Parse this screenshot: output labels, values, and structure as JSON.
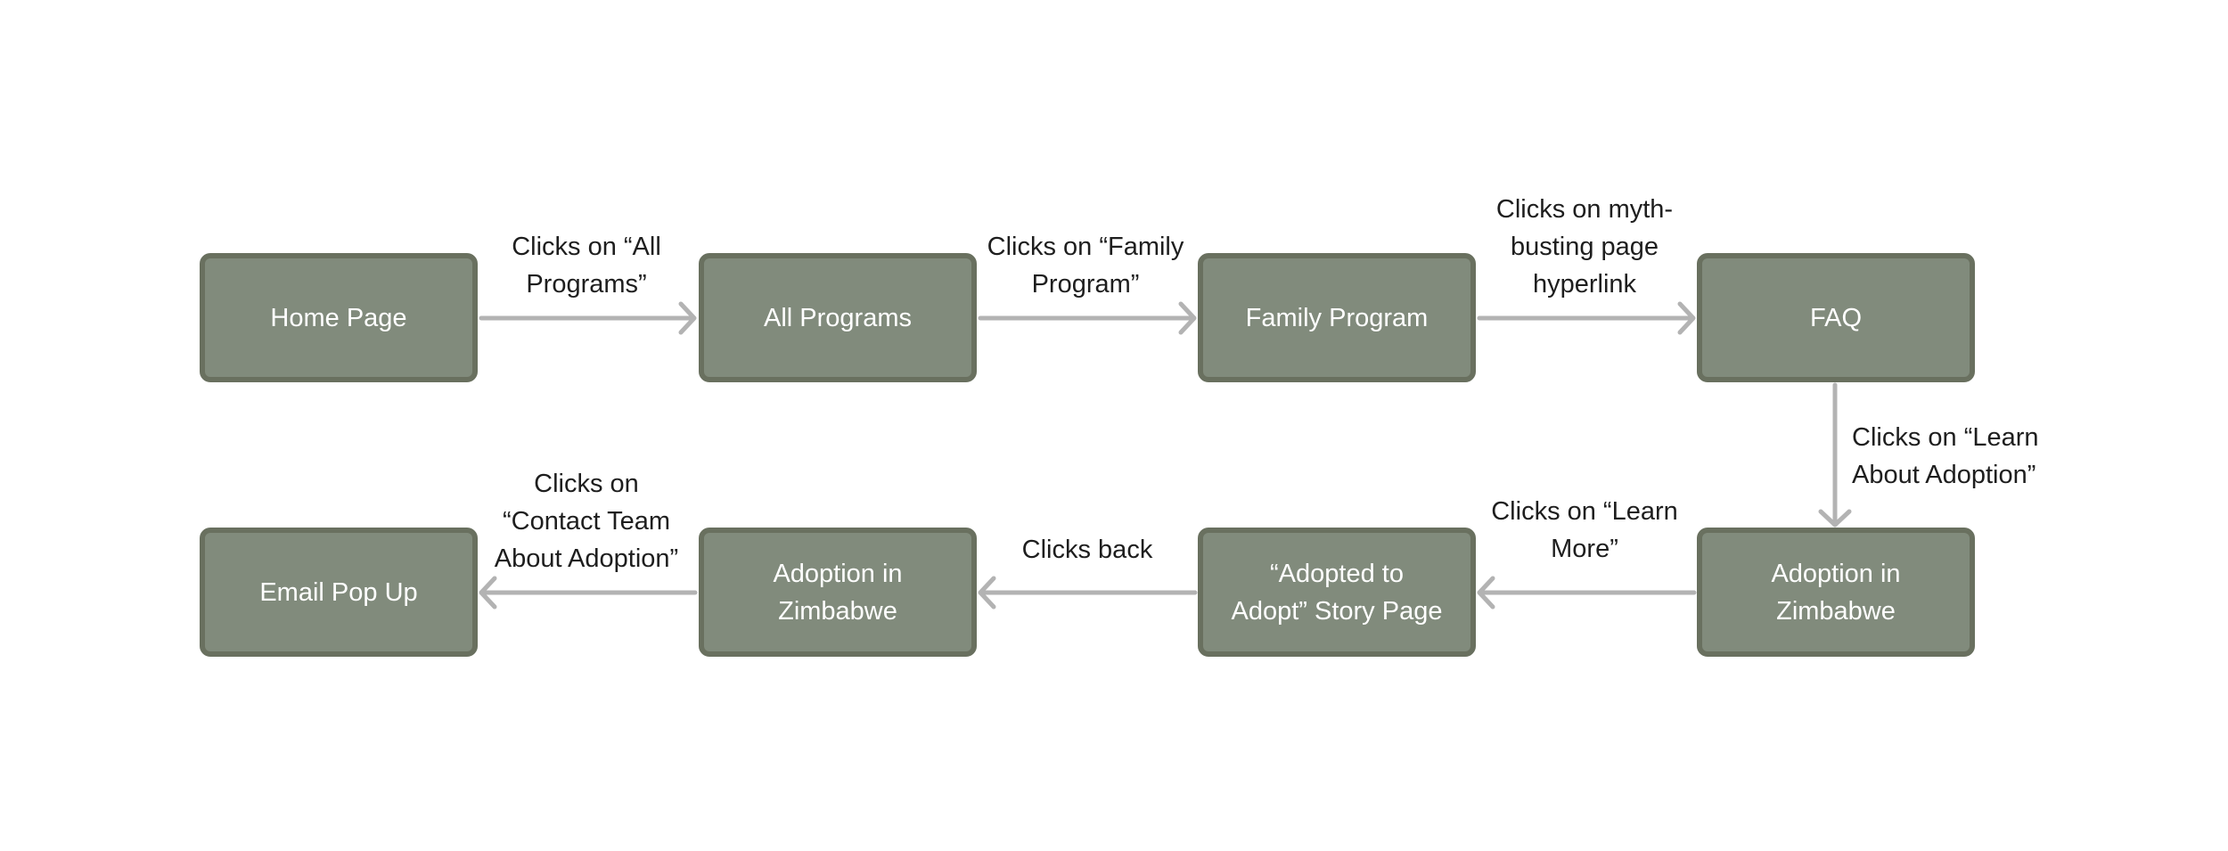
{
  "nodes": {
    "home_page": "Home Page",
    "all_programs": "All Programs",
    "family_program": "Family Program",
    "faq": "FAQ",
    "adoption_in_zimbabwe_right": "Adoption in\nZimbabwe",
    "adopted_to_adopt_story": "“Adopted to\nAdopt” Story Page",
    "adoption_in_zimbabwe_left": "Adoption in\nZimbabwe",
    "email_pop_up": "Email Pop Up"
  },
  "edges": {
    "home_to_all_programs": "Clicks on “All\nPrograms”",
    "all_programs_to_family_program": "Clicks on “Family\nProgram”",
    "family_program_to_faq": "Clicks on myth-\nbusting page\nhyperlink",
    "faq_to_adoption": "Clicks on “Learn\nAbout Adoption”",
    "adoption_to_story": "Clicks on “Learn\nMore”",
    "story_to_adoption": "Clicks back",
    "adoption_to_email": "Clicks on\n“Contact Team\nAbout Adoption”"
  },
  "colors": {
    "node_fill": "#818b7c",
    "node_border": "#69705f",
    "node_text": "#ffffff",
    "arrow": "#b3b3b3",
    "label_text": "#1e1e1e"
  }
}
